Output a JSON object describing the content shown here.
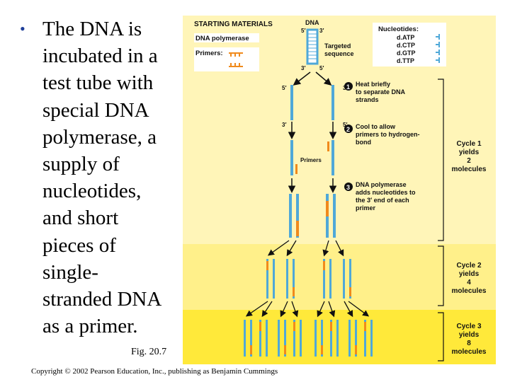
{
  "bullet": {
    "text": "The DNA is\nincubated in a\ntest tube with\nspecial DNA\npolymerase, a\nsupply of\nnucleotides,\nand short\npieces of\nsingle-\nstranded DNA\nas a primer."
  },
  "figure_label": "Fig. 20.7",
  "copyright": "Copyright © 2002 Pearson Education, Inc., publishing as Benjamin Cummings",
  "diagram": {
    "starting_materials": "STARTING MATERIALS",
    "dna_label": "DNA",
    "dna_polymerase": "DNA polymerase",
    "primers": "Primers:",
    "targeted_sequence_line1": "Targeted",
    "targeted_sequence_line2": "sequence",
    "nucleotides_title": "Nucleotides:",
    "nucleotides": [
      "d.ATP",
      "d.CTP",
      "d.GTP",
      "d.TTP"
    ],
    "prime_5": "5′",
    "prime_3": "3′",
    "steps": [
      {
        "number": "1",
        "lines": [
          "Heat briefly",
          "to separate DNA",
          "strands"
        ]
      },
      {
        "number": "2",
        "lines": [
          "Cool to allow",
          "primers to hydrogen-",
          "bond"
        ]
      },
      {
        "number": "3",
        "lines": [
          "DNA polymerase",
          "adds nucleotides to",
          "the 3′ end of each",
          "primer"
        ]
      }
    ],
    "primers_label": "Primers",
    "cycles": [
      {
        "lines": [
          "Cycle 1",
          "yields",
          "2",
          "molecules"
        ]
      },
      {
        "lines": [
          "Cycle 2",
          "yields",
          "4",
          "molecules"
        ]
      },
      {
        "lines": [
          "Cycle 3",
          "yields",
          "8",
          "molecules"
        ]
      }
    ],
    "colors": {
      "band1": "#fff5b8",
      "band2": "#fff08a",
      "band3": "#ffe93a",
      "strand_blue": "#4fa8d8",
      "primer_orange": "#f08a1c"
    }
  }
}
